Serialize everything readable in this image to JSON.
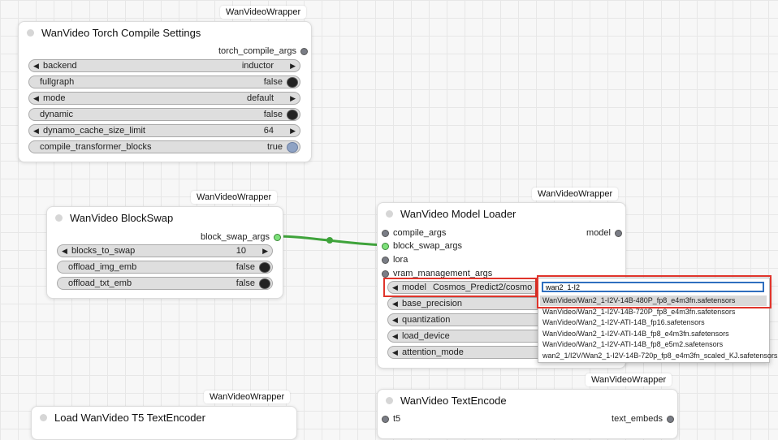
{
  "colors": {
    "canvas": "#f7f7f7",
    "link": "#3fa33b",
    "socket_green": "#7de07a",
    "socket_grey": "#7a7d86",
    "highlight_box": "#e0342b",
    "toggle_on": "#8fa3c4"
  },
  "torch_node": {
    "badge": "WanVideoWrapper",
    "title": "WanVideo Torch Compile Settings",
    "output": "torch_compile_args",
    "widgets": [
      {
        "label": "backend",
        "value": "inductor"
      },
      {
        "label": "fullgraph",
        "value": "false"
      },
      {
        "label": "mode",
        "value": "default"
      },
      {
        "label": "dynamic",
        "value": "false"
      },
      {
        "label": "dynamo_cache_size_limit",
        "value": "64"
      },
      {
        "label": "compile_transformer_blocks",
        "value": "true"
      }
    ]
  },
  "blockswap_node": {
    "badge": "WanVideoWrapper",
    "title": "WanVideo BlockSwap",
    "output": "block_swap_args",
    "widgets": [
      {
        "label": "blocks_to_swap",
        "value": "10"
      },
      {
        "label": "offload_img_emb",
        "value": "false"
      },
      {
        "label": "offload_txt_emb",
        "value": "false"
      }
    ]
  },
  "loader_node": {
    "badge": "WanVideoWrapper",
    "title": "WanVideo Model Loader",
    "inputs": [
      "compile_args",
      "block_swap_args",
      "lora",
      "vram_management_args"
    ],
    "output": "model",
    "widgets": [
      {
        "label": "model",
        "value": "Cosmos_Predict2/cosmo"
      },
      {
        "label": "base_precision",
        "value": ""
      },
      {
        "label": "quantization",
        "value": ""
      },
      {
        "label": "load_device",
        "value": ""
      },
      {
        "label": "attention_mode",
        "value": ""
      }
    ]
  },
  "model_dropdown": {
    "search_value": "wan2_1-I2",
    "options": [
      "WanVideo/Wan2_1-I2V-14B-480P_fp8_e4m3fn.safetensors",
      "WanVideo/Wan2_1-I2V-14B-720P_fp8_e4m3fn.safetensors",
      "WanVideo/Wan2_1-I2V-ATI-14B_fp16.safetensors",
      "WanVideo/Wan2_1-I2V-ATI-14B_fp8_e4m3fn.safetensors",
      "WanVideo/Wan2_1-I2V-ATI-14B_fp8_e5m2.safetensors",
      "wan2_1/I2V/Wan2_1-I2V-14B-720p_fp8_e4m3fn_scaled_KJ.safetensors"
    ]
  },
  "t5_node": {
    "badge": "WanVideoWrapper",
    "title": "Load WanVideo T5 TextEncoder"
  },
  "textencode_node": {
    "badge": "WanVideoWrapper",
    "title": "WanVideo TextEncode",
    "input": "t5",
    "output": "text_embeds"
  }
}
